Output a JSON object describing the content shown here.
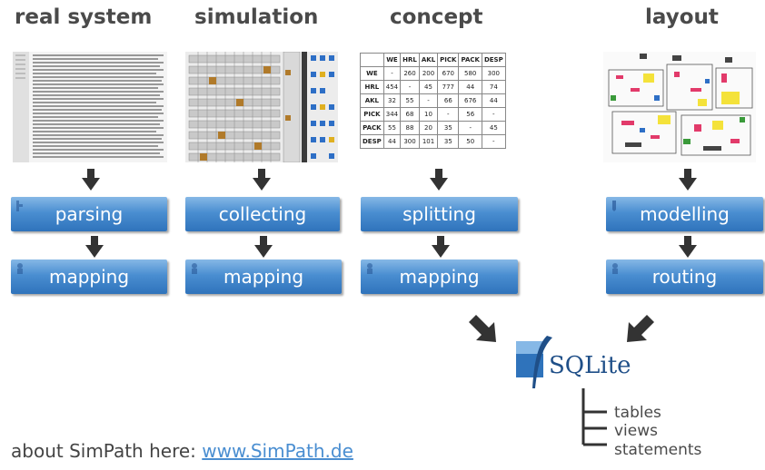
{
  "columns": [
    {
      "title": "real system",
      "steps": [
        "parsing",
        "mapping"
      ]
    },
    {
      "title": "simulation",
      "steps": [
        "collecting",
        "mapping"
      ]
    },
    {
      "title": "concept",
      "steps": [
        "splitting",
        "mapping"
      ]
    },
    {
      "title": "layout",
      "steps": [
        "modelling",
        "routing"
      ]
    }
  ],
  "matrix": {
    "header": [
      "",
      "WE",
      "HRL",
      "AKL",
      "PICK",
      "PACK",
      "DESP"
    ],
    "rows": [
      [
        "WE",
        "-",
        "260",
        "200",
        "670",
        "580",
        "300"
      ],
      [
        "HRL",
        "454",
        "-",
        "45",
        "777",
        "44",
        "74"
      ],
      [
        "AKL",
        "32",
        "55",
        "-",
        "66",
        "676",
        "44"
      ],
      [
        "PICK",
        "344",
        "68",
        "10",
        "-",
        "56",
        "-"
      ],
      [
        "PACK",
        "55",
        "88",
        "20",
        "35",
        "-",
        "45"
      ],
      [
        "DESP",
        "44",
        "300",
        "101",
        "35",
        "50",
        "-"
      ]
    ]
  },
  "sqlite": {
    "logo_text": "SQLite"
  },
  "tree": [
    "tables",
    "views",
    "statements"
  ],
  "footer": {
    "prefix": "about SimPath here: ",
    "link": "www.SimPath.de"
  },
  "colors": {
    "button_top": "#86b8e6",
    "button_bottom": "#2f73bb",
    "arrow": "#333333",
    "link": "#4a8ed1"
  }
}
